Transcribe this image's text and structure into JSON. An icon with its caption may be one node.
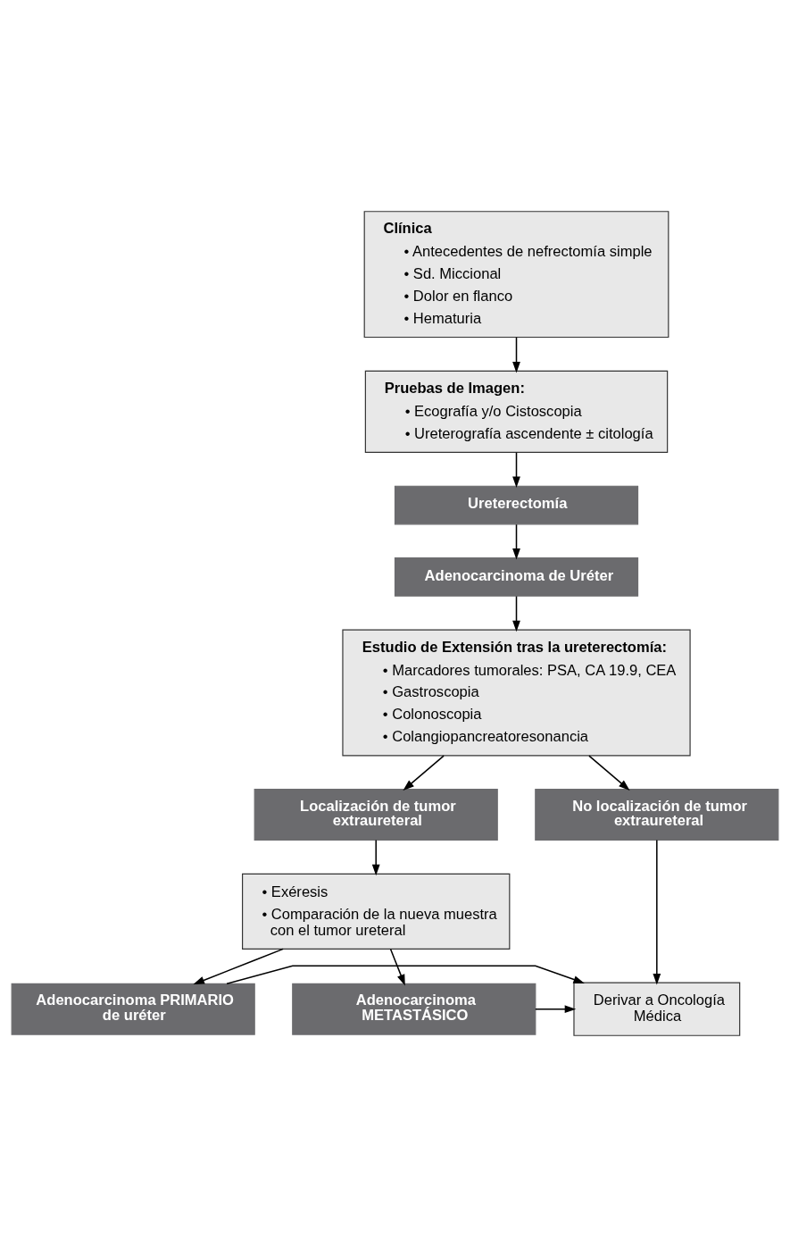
{
  "diagram": {
    "nodes": [
      {
        "text": [
          "Clínica",
          "• Antecedentes de nefrectomía simple",
          "• Sd. Miccional",
          "• Dolor en flanco",
          "• Hematuria"
        ]
      },
      {
        "text": [
          "Pruebas de Imagen:",
          "• Ecografía y/o Cistoscopia",
          "• Ureterografía ascendente ± citología"
        ]
      },
      {
        "text": [
          "Ureterectomía"
        ]
      },
      {
        "text": [
          "Adenocarcinoma de Uréter"
        ]
      },
      {
        "text": [
          "Estudio de Extensión tras la ureterectomía:",
          "• Marcadores tumorales: PSA, CA 19.9, CEA",
          "• Gastroscopia",
          "• Colonoscopia",
          "• Colangiopancreatoresonancia"
        ]
      },
      {
        "text": [
          "Localización de tumor extraureteral"
        ]
      },
      {
        "text": [
          "No localización de tumor extraureteral"
        ]
      },
      {
        "text": [
          "• Exéresis",
          "• Comparación de la nueva muestra con el tumor ureteral"
        ]
      },
      {
        "text": [
          "Adenocarcinoma PRIMARIO de uréter"
        ]
      },
      {
        "text": [
          "Adenocarcinoma METASTÁSICO"
        ]
      },
      {
        "text": [
          "Derivar a Oncología Médica"
        ]
      }
    ],
    "edges": [
      {
        "from": 0,
        "to": 1,
        "arrow": "to"
      },
      {
        "from": 1,
        "to": 2,
        "arrow": "to"
      },
      {
        "from": 2,
        "to": 3,
        "arrow": "to"
      },
      {
        "from": 3,
        "to": 4,
        "arrow": "to"
      },
      {
        "from": 4,
        "to": 5,
        "arrow": "to"
      },
      {
        "from": 4,
        "to": 6,
        "arrow": "to"
      },
      {
        "from": 5,
        "to": 7,
        "arrow": "to"
      },
      {
        "from": 7,
        "to": 8,
        "arrow": "to"
      },
      {
        "from": 7,
        "to": 9,
        "arrow": "to"
      },
      {
        "from": 6,
        "to": 10,
        "arrow": "to"
      },
      {
        "from": 9,
        "to": 10,
        "arrow": "to"
      },
      {
        "from": 8,
        "to": 10,
        "arrow": "to"
      }
    ]
  }
}
